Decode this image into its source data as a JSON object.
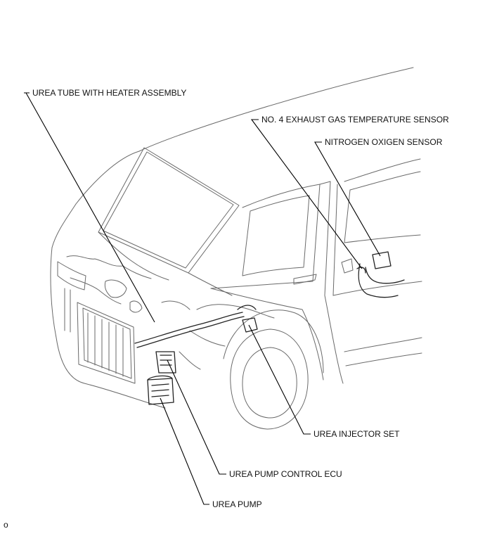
{
  "labels": {
    "urea_tube": "UREA TUBE WITH HEATER ASSEMBLY",
    "no4_sensor": "NO. 4 EXHAUST GAS TEMPERATURE SENSOR",
    "nox_sensor": "NITROGEN OXIGEN SENSOR",
    "injector": "UREA INJECTOR SET",
    "pump_ecu": "UREA PUMP CONTROL ECU",
    "pump": "UREA PUMP"
  },
  "figure_code": "o"
}
